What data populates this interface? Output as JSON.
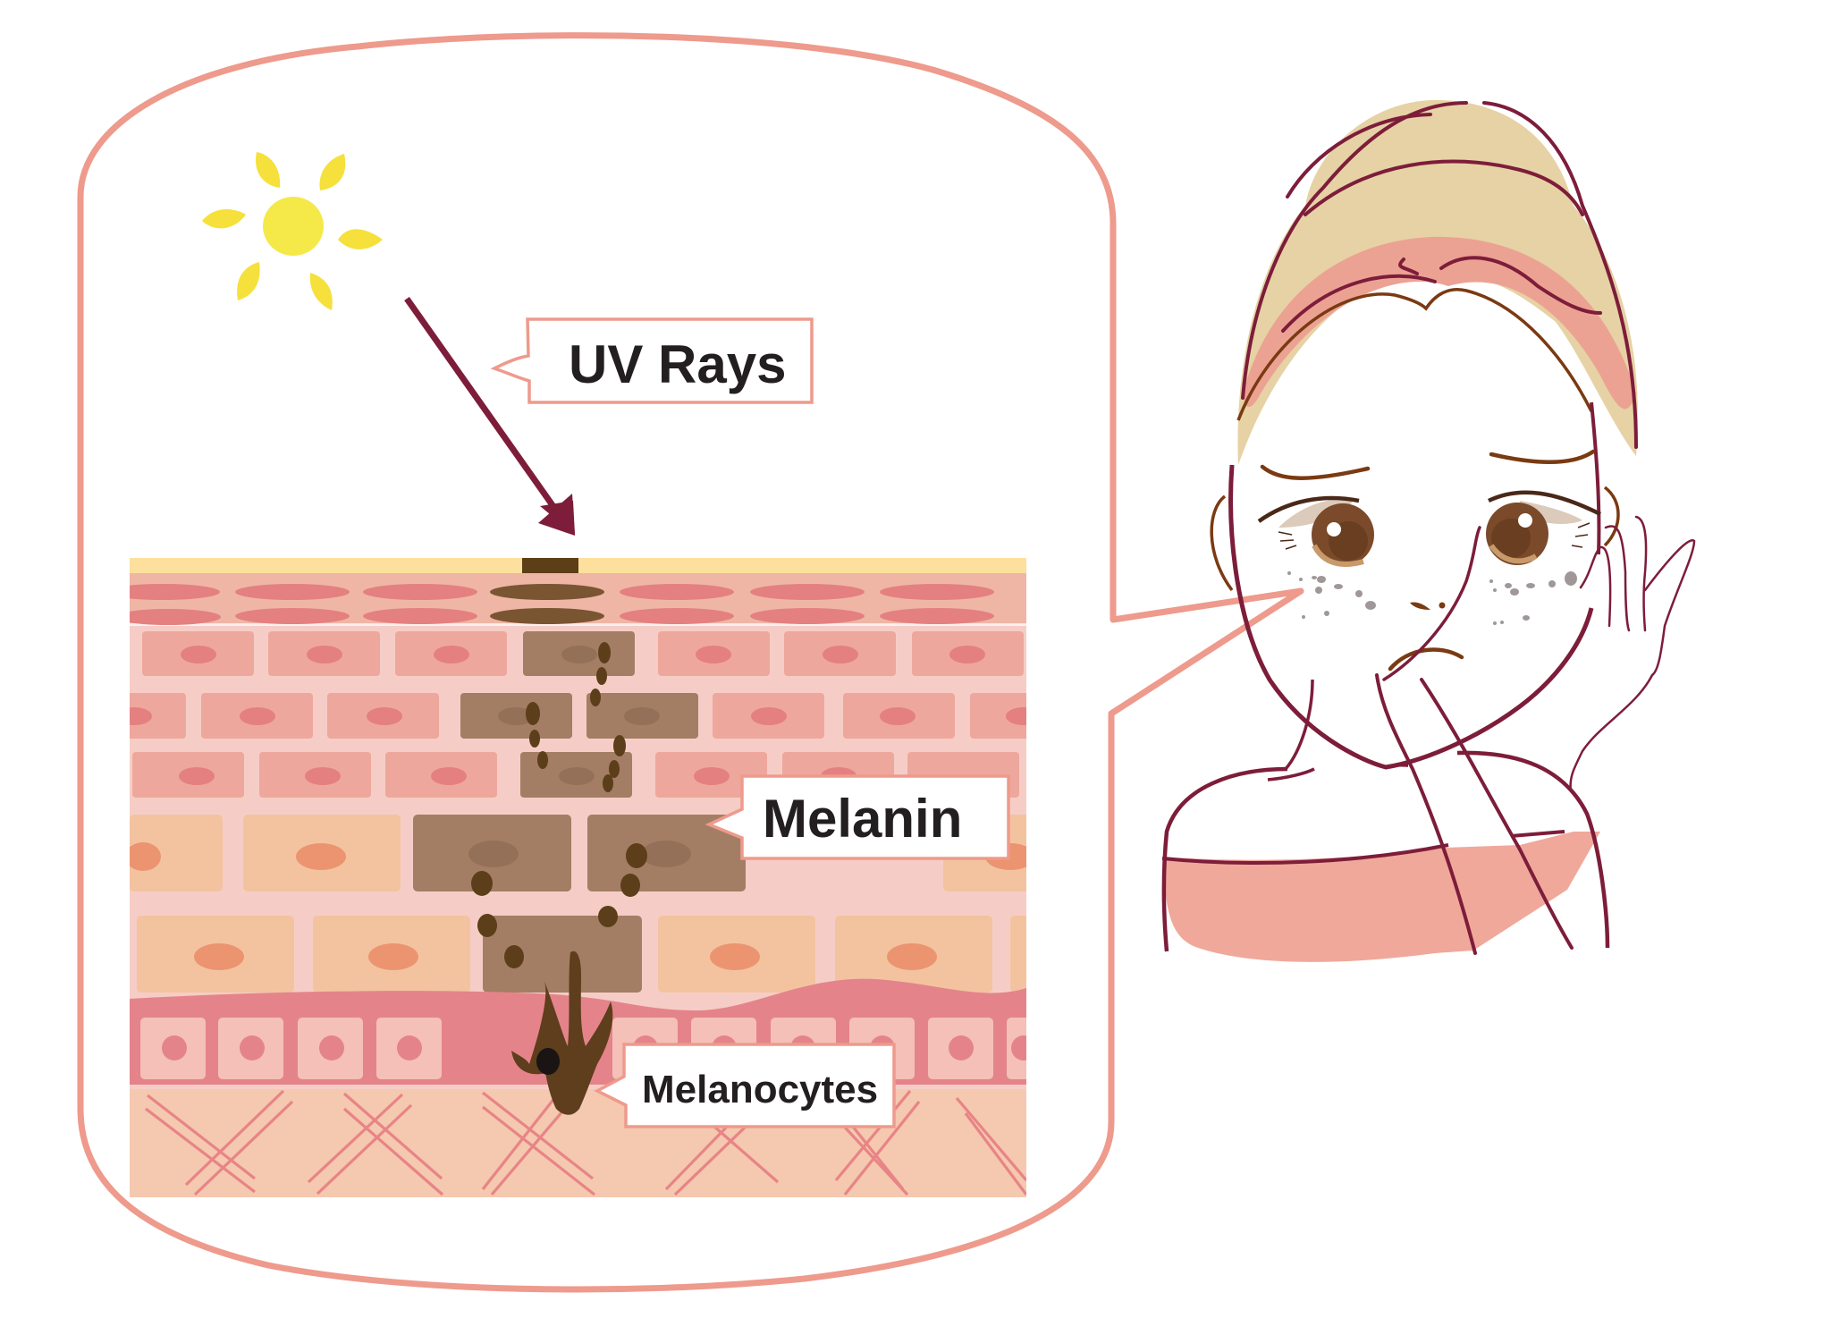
{
  "diagram": {
    "title": "Melanin formation in skin from UV exposure",
    "labels": {
      "uv_rays": "UV Rays",
      "melanin": "Melanin",
      "melanocytes": "Melanocytes"
    },
    "icons": {
      "sun": "sun-icon",
      "uv_arrow": "arrow-down-right-icon"
    },
    "skin_layers": [
      "stratum-corneum",
      "granular-layer",
      "spinous-layer",
      "basal-layer",
      "dermis"
    ],
    "figure": "worried woman with freckles touching cheek",
    "colors": {
      "bubble_outline": "#ee9a8c",
      "sun": "#f5e44a",
      "sun_petals": "#f6e03c",
      "arrow": "#7d1d3a",
      "corneum": "#fde09e",
      "granular_bg": "#efb6a6",
      "granular_cells": "#e48080",
      "spinous_bg": "#f6cdc6",
      "spinous_cells": "#eea79c",
      "deep_cells": "#f3c3a0",
      "deep_nuclei": "#ec9470",
      "basal_band": "#e4848a",
      "basal_cells": "#f4c0b8",
      "dermis": "#f5c8b0",
      "dermis_fibers": "#e88486",
      "melanin_cells": "#a47e64",
      "melanin_granules": "#5c3e1a",
      "melanocyte": "#5e3e1c",
      "outline": "#7d1d3a",
      "hair": "#e6d2a5",
      "hair_band": "#eca293",
      "shirt": "#f0a89b",
      "freckles": "#a09898",
      "iris": "#7a4a2a",
      "brows": "#7a3a12"
    }
  }
}
